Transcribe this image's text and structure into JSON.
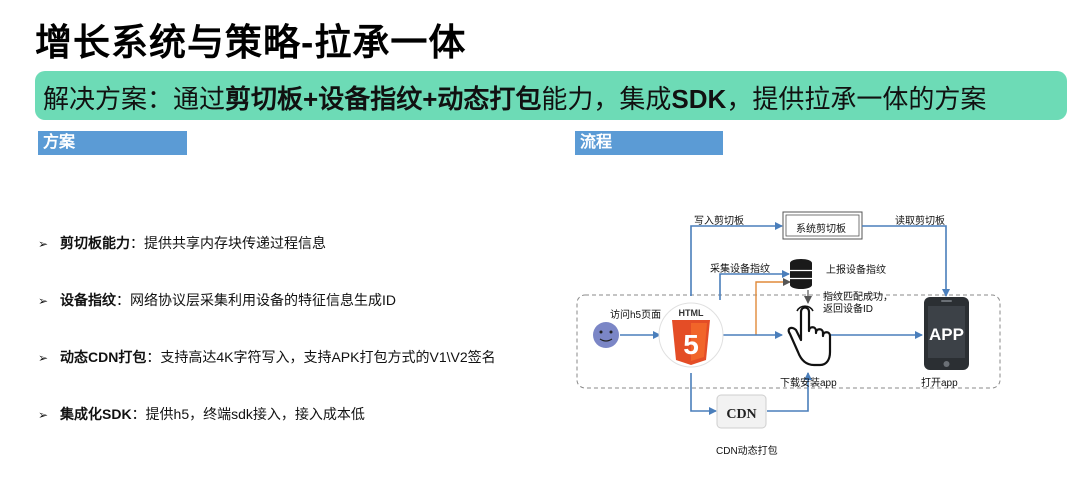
{
  "title": "增长系统与策略-拉承一体",
  "banner": {
    "p1": "解决方案：通过",
    "b1": "剪切板+设备指纹+动态打包",
    "p2": "能力，集成",
    "b2": "SDK",
    "p3": "，提供拉承一体的方案"
  },
  "sections": {
    "plan": "方案",
    "flow": "流程"
  },
  "bullets": [
    {
      "bold": "剪切板能力",
      "text": "：提供共享内存块传递过程信息"
    },
    {
      "bold": "设备指纹",
      "text": "：网络协议层采集利用设备的特征信息生成ID"
    },
    {
      "bold": "动态CDN打包",
      "text": "：支持高达4K字符写入，支持APK打包方式的V1\\V2签名"
    },
    {
      "bold": "集成化SDK",
      "text": "：提供h5，终端sdk接入，接入成本低"
    }
  ],
  "diagram": {
    "write_clipboard": "写入剪切板",
    "system_clipboard": "系统剪切板",
    "read_clipboard": "读取剪切板",
    "collect_fingerprint": "采集设备指纹",
    "report_fingerprint": "上报设备指纹",
    "match_success_1": "指纹匹配成功，",
    "match_success_2": "返回设备ID",
    "visit_h5": "访问h5页面",
    "html_label": "HTML",
    "html_number": "5",
    "app_label": "APP",
    "download_install": "下载安装app",
    "open_app": "打开app",
    "cdn_label": "CDN",
    "cdn_dynamic": "CDN动态打包"
  },
  "colors": {
    "banner": "#6ddbb6",
    "section": "#5b9bd5",
    "arrow": "#4a7ebb",
    "html_orange": "#e44d26",
    "html_light": "#f16529",
    "report_line": "#e08a3a"
  }
}
